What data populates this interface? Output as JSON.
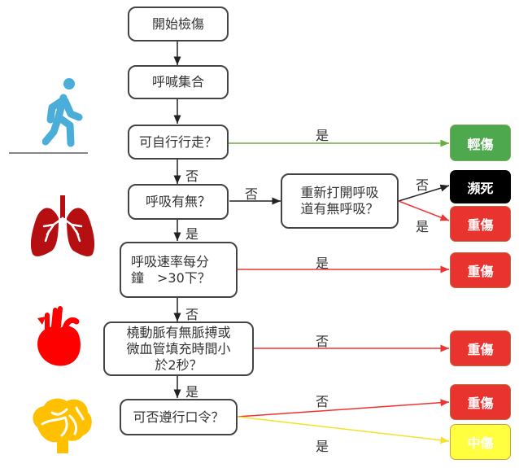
{
  "nodes": {
    "start": "開始檢傷",
    "call": "呼喊集合",
    "walk": "可自行行走？",
    "breathe": "呼吸有無？",
    "reopen_line1": "重新打開呼吸",
    "reopen_line2": "道有無呼吸？",
    "rate_line1": "呼吸速率每分",
    "rate_line2": "鐘　>30下？",
    "pulse_line1": "橈動脈有無脈搏或",
    "pulse_line2": "微血管填充時間小",
    "pulse_line3": "於2秒？",
    "command": "可否遵行口令？"
  },
  "results": {
    "minor": "輕傷",
    "dying": "瀕死",
    "severe_airway": "重傷",
    "severe_rate": "重傷",
    "severe_pulse": "重傷",
    "severe_command": "重傷",
    "moderate": "中傷"
  },
  "edge_labels": {
    "walk_yes": "是",
    "walk_no": "否",
    "breathe_no": "否",
    "breathe_yes": "是",
    "reopen_no": "否",
    "reopen_yes": "是",
    "rate_yes": "是",
    "rate_no": "否",
    "pulse_no": "否",
    "pulse_yes": "是",
    "command_no": "否",
    "command_yes": "是"
  },
  "colors": {
    "minor": "#4ea84e",
    "dying": "#000000",
    "severe": "#e8332f",
    "moderate": "#ffff40",
    "walker": "#4aaed9",
    "lungs": "#b50f12",
    "heart": "#ff0000",
    "brain": "#ffc000"
  },
  "icons": [
    "walking-person-icon",
    "lungs-icon",
    "heart-icon",
    "brain-icon"
  ]
}
